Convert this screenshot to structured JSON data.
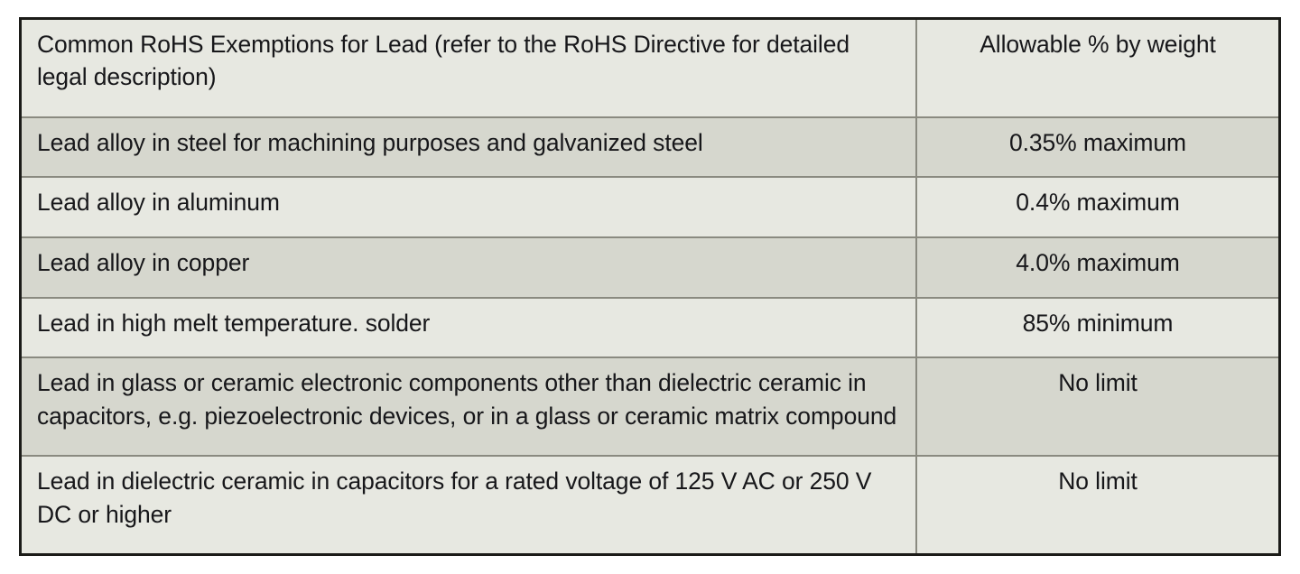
{
  "table": {
    "columns": [
      "Common RoHS Exemptions for Lead (refer to the RoHS Directive for detailed legal description)",
      "Allowable % by weight"
    ],
    "rows": [
      {
        "description": "Lead alloy in steel for machining purposes and galvanized steel",
        "allowable": "0.35% maximum"
      },
      {
        "description": "Lead alloy in aluminum",
        "allowable": "0.4% maximum"
      },
      {
        "description": "Lead alloy in copper",
        "allowable": "4.0% maximum"
      },
      {
        "description": "Lead in high melt temperature. solder",
        "allowable": "85% minimum"
      },
      {
        "description": "Lead in glass or ceramic electronic components other than dielectric ceramic in capacitors, e.g. piezoelectronic devices, or in a glass or ceramic matrix compound",
        "allowable": "No limit"
      },
      {
        "description": "Lead in dielectric ceramic in capacitors for a rated voltage of 125 V AC or 250 V DC or higher",
        "allowable": "No limit"
      }
    ]
  },
  "colors": {
    "border": "#1b1b18",
    "grid": "#8a8a80",
    "row_light": "#e7e8e1",
    "row_shaded": "#d6d7ce",
    "text": "#17171a",
    "page_background": "#ffffff"
  }
}
